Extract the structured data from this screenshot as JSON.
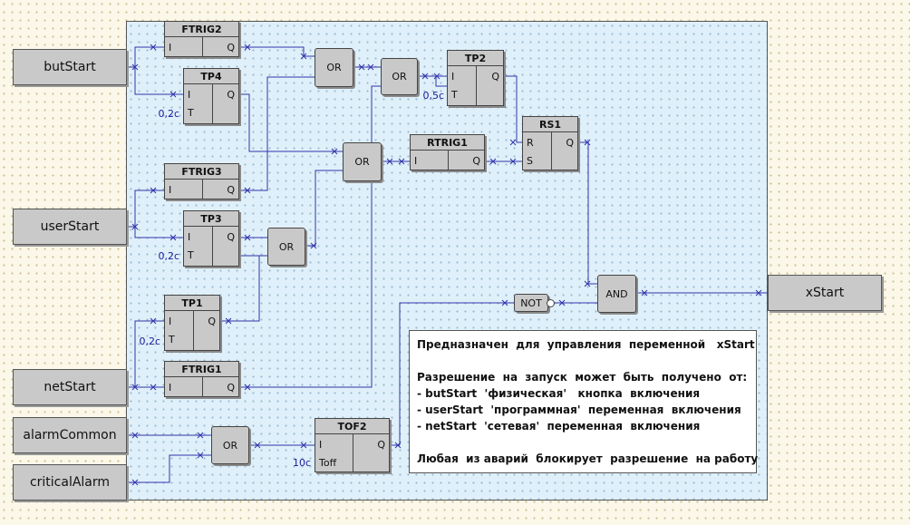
{
  "inputs": {
    "butStart": "butStart",
    "userStart": "userStart",
    "netStart": "netStart",
    "alarmCommon": "alarmCommon",
    "criticalAlarm": "criticalAlarm"
  },
  "output": "xStart",
  "blocks": {
    "ftrig2": {
      "title": "FTRIG2",
      "in": "I",
      "out": "Q"
    },
    "tp4": {
      "title": "TP4",
      "in1": "I",
      "in2": "T",
      "out": "Q",
      "const": "0,2с"
    },
    "ftrig3": {
      "title": "FTRIG3",
      "in": "I",
      "out": "Q"
    },
    "tp3": {
      "title": "TP3",
      "in1": "I",
      "in2": "T",
      "out": "Q",
      "const": "0,2с"
    },
    "tp1": {
      "title": "TP1",
      "in1": "I",
      "in2": "T",
      "out": "Q",
      "const": "0,2с"
    },
    "ftrig1": {
      "title": "FTRIG1",
      "in": "I",
      "out": "Q"
    },
    "tp2": {
      "title": "TP2",
      "in1": "I",
      "in2": "T",
      "out": "Q",
      "const": "0,5с"
    },
    "rtrig1": {
      "title": "RTRIG1",
      "in": "I",
      "out": "Q"
    },
    "rs1": {
      "title": "RS1",
      "in1": "R",
      "in2": "S",
      "out": "Q"
    },
    "tof2": {
      "title": "TOF2",
      "in1": "I",
      "in2": "Toff",
      "out": "Q",
      "const": "10с"
    }
  },
  "gates": {
    "or1": "OR",
    "or2": "OR",
    "or3": "OR",
    "or4": "OR",
    "or5": "OR",
    "not1": "NOT",
    "and1": "AND"
  },
  "note": {
    "line1": "Предназначен  для  управления  переменной   xStart",
    "line2": "Разрешение  на  запуск  может  быть  получено  от:",
    "line3": "- butStart  'физическая'   кнопка  включения",
    "line4": "- userStart  'программная'  переменная  включения",
    "line5": "- netStart  'сетевая'  переменная  включения",
    "line6": "Любая  из аварий  блокирует  разрешение  на работу"
  },
  "colors": {
    "wire": "#3333aa",
    "sheet": "#dff0fa",
    "block": "#c9c9c9",
    "const": "#1a1a9c"
  }
}
